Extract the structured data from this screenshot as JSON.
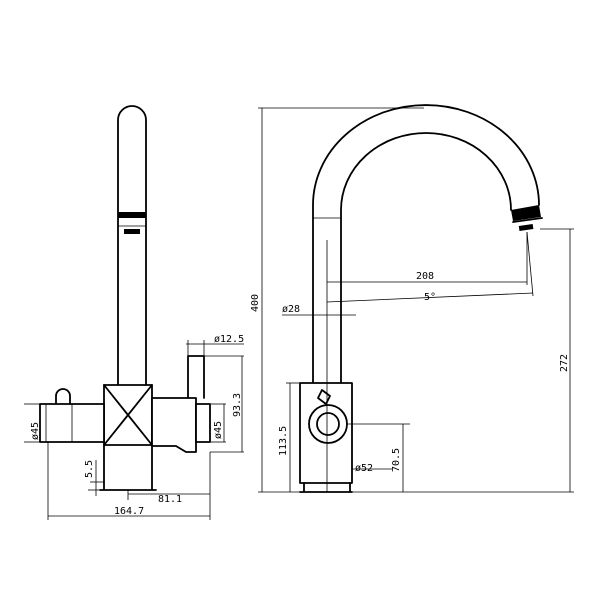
{
  "drawing": {
    "front_view": {
      "dims": {
        "lever_diameter": "ø12.5",
        "body_diameter_left": "ø45",
        "body_diameter_right": "ø45",
        "lever_height": "93.3",
        "base_offset": "5.5",
        "half_width": "81.1",
        "overall_width": "164.7"
      }
    },
    "side_view": {
      "dims": {
        "overall_height": "400",
        "reach": "208",
        "tilt_angle": "5°",
        "spout_diameter": "ø28",
        "outlet_height": "272",
        "body_height": "113.5",
        "handle_height": "70.5",
        "base_diameter": "ø52"
      }
    }
  }
}
